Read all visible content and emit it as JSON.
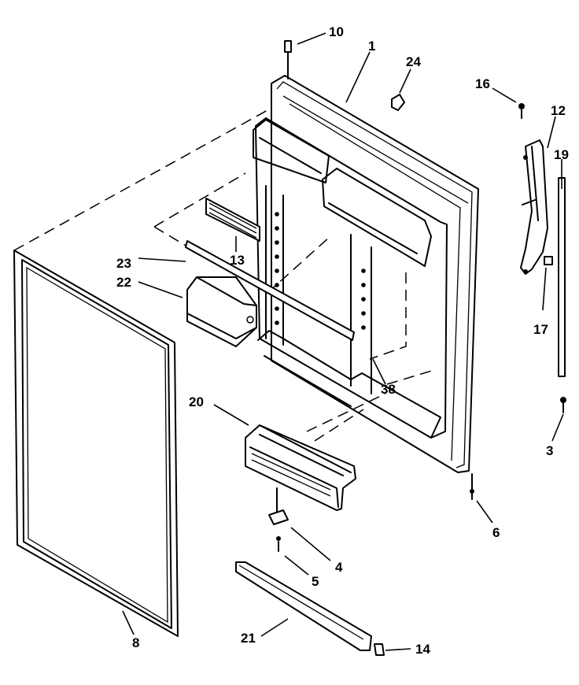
{
  "diagram": {
    "callouts": [
      {
        "id": "part-10",
        "label": "10"
      },
      {
        "id": "part-1",
        "label": "1"
      },
      {
        "id": "part-24",
        "label": "24"
      },
      {
        "id": "part-16",
        "label": "16"
      },
      {
        "id": "part-12",
        "label": "12"
      },
      {
        "id": "part-19",
        "label": "19"
      },
      {
        "id": "part-13",
        "label": "13"
      },
      {
        "id": "part-23",
        "label": "23"
      },
      {
        "id": "part-22",
        "label": "22"
      },
      {
        "id": "part-17",
        "label": "17"
      },
      {
        "id": "part-38",
        "label": "38"
      },
      {
        "id": "part-20",
        "label": "20"
      },
      {
        "id": "part-3",
        "label": "3"
      },
      {
        "id": "part-6",
        "label": "6"
      },
      {
        "id": "part-4",
        "label": "4"
      },
      {
        "id": "part-5",
        "label": "5"
      },
      {
        "id": "part-8",
        "label": "8"
      },
      {
        "id": "part-21",
        "label": "21"
      },
      {
        "id": "part-14",
        "label": "14"
      }
    ]
  }
}
